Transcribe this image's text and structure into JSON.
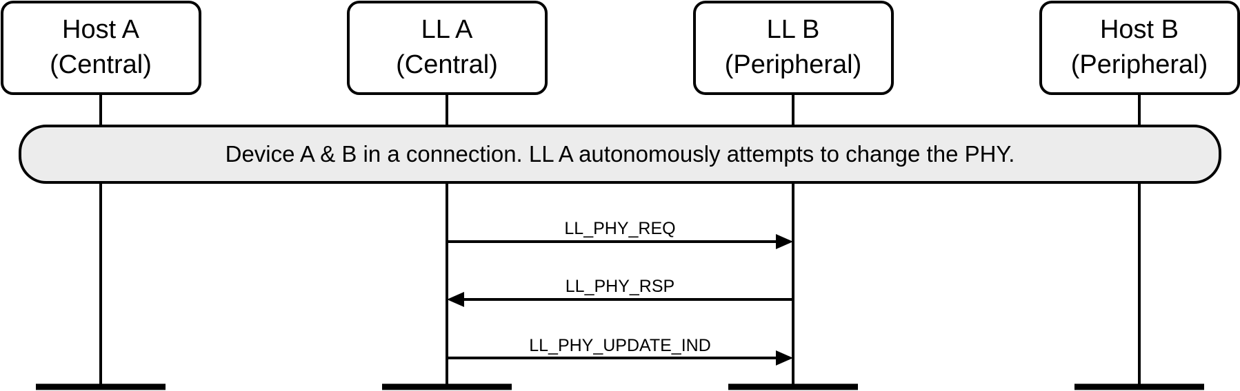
{
  "entities": [
    {
      "name": "Host A",
      "role": "(Central)"
    },
    {
      "name": "LL A",
      "role": "(Central)"
    },
    {
      "name": "LL B",
      "role": "(Peripheral)"
    },
    {
      "name": "Host B",
      "role": "(Peripheral)"
    }
  ],
  "banner": {
    "text": "Device A & B in a connection. LL A autonomously attempts to change the PHY."
  },
  "messages": [
    {
      "label": "LL_PHY_REQ",
      "from": 1,
      "to": 2
    },
    {
      "label": "LL_PHY_RSP",
      "from": 2,
      "to": 1
    },
    {
      "label": "LL_PHY_UPDATE_IND",
      "from": 1,
      "to": 2
    }
  ]
}
